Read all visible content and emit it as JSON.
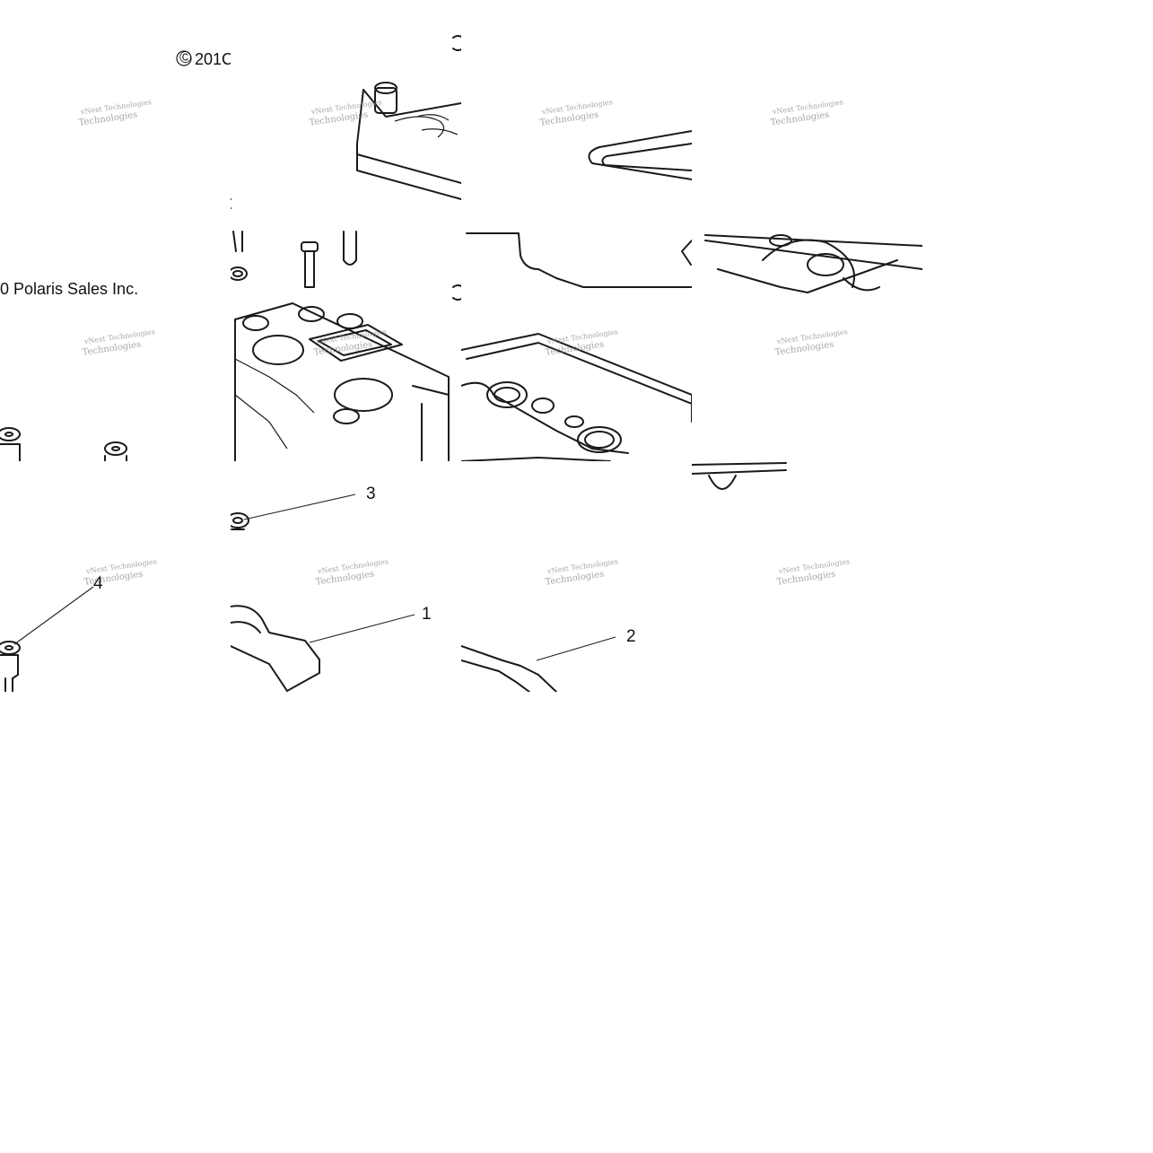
{
  "copyright": {
    "symbol": "©",
    "year_fragment": "201C",
    "holder_fragment": "0 Polaris Sales Inc."
  },
  "watermark": {
    "line1": "vNext Technologies",
    "line2": "Technologies"
  },
  "callouts": [
    {
      "id": "1",
      "label": "1"
    },
    {
      "id": "2",
      "label": "2"
    },
    {
      "id": "3",
      "label": "3"
    },
    {
      "id": "4",
      "label": "4"
    }
  ]
}
